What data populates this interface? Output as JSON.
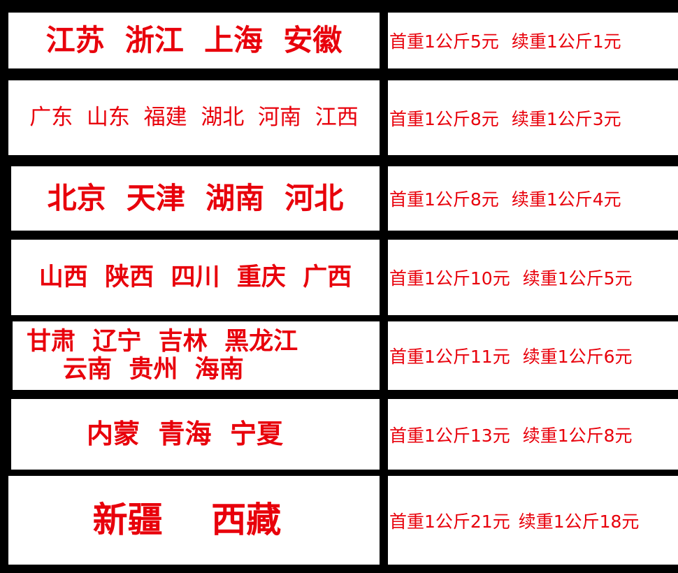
{
  "accent_color": "#e8000b",
  "rows": [
    {
      "regions": [
        "江苏  浙江  上海  安徽"
      ],
      "first": "首重1公斤5元",
      "additional": "续重1公斤1元"
    },
    {
      "regions": [
        "广东  山东  福建  湖北  河南  江西"
      ],
      "first": "首重1公斤8元",
      "additional": "续重1公斤3元"
    },
    {
      "regions": [
        "北京  天津  湖南  河北"
      ],
      "first": "首重1公斤8元",
      "additional": "续重1公斤4元"
    },
    {
      "regions": [
        "山西  陕西  四川  重庆  广西"
      ],
      "first": "首重1公斤10元",
      "additional": "续重1公斤5元"
    },
    {
      "regions": [
        "甘肃  辽宁  吉林  黑龙江",
        "云南  贵州  海南"
      ],
      "first": "首重1公斤11元",
      "additional": "续重1公斤6元"
    },
    {
      "regions": [
        "内蒙  青海  宁夏"
      ],
      "first": "首重1公斤13元",
      "additional": "续重1公斤8元"
    },
    {
      "regions": [
        "新疆    西藏"
      ],
      "first": "首重1公斤21元",
      "additional": "续重1公斤18元"
    }
  ]
}
